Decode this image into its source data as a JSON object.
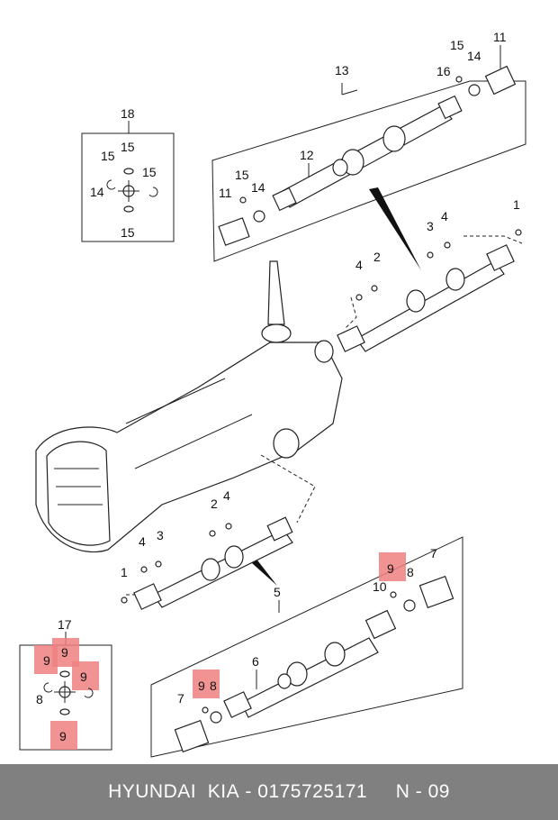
{
  "diagram": {
    "callouts": {
      "c13": "13",
      "c11_top": "11",
      "c15_top": "15",
      "c14_top": "14",
      "c16": "16",
      "c12": "12",
      "c11_left": "11",
      "c15_left": "15",
      "c14_left": "14",
      "c18": "18",
      "c18_15a": "15",
      "c18_15b": "15",
      "c18_15c": "15",
      "c18_15d": "15",
      "c18_14": "14",
      "c1_right": "1",
      "c3_right": "3",
      "c4_right": "4",
      "c2_right": "2",
      "c4_mid": "4",
      "c2_low": "2",
      "c4_low": "4",
      "c4_low2": "4",
      "c3_low": "3",
      "c1_low": "1",
      "c5": "5",
      "c9_a": "9",
      "c8_a": "8",
      "c7_a": "7",
      "c10": "10",
      "c6": "6",
      "c9_b": "9",
      "c8_b": "8",
      "c7_b": "7",
      "c17": "17",
      "c17_9a": "9",
      "c17_9b": "9",
      "c17_9c": "9",
      "c17_9d": "9",
      "c17_8": "8"
    }
  },
  "footer": {
    "brand": "HYUNDAI  KIA",
    "separator1": " - ",
    "part_number": "0175725171",
    "spacer": "     ",
    "ref": "N - 09"
  }
}
